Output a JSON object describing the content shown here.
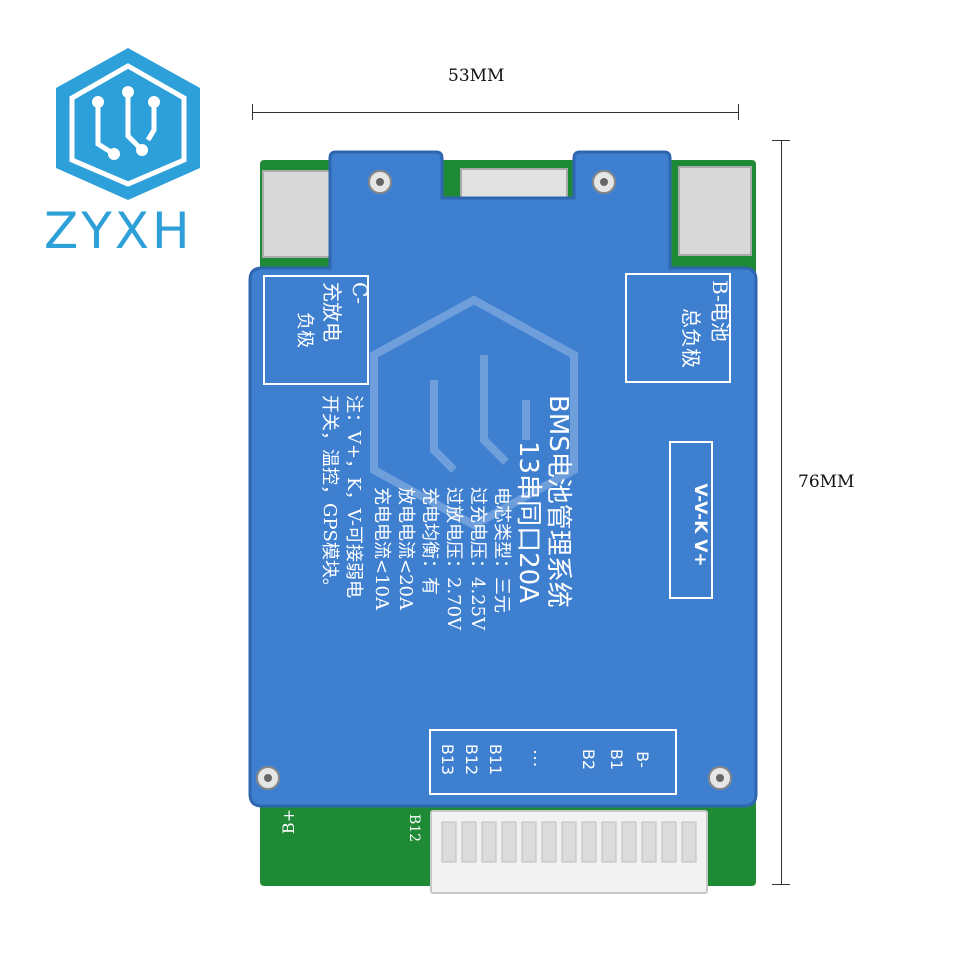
{
  "brand": {
    "name": "ZYXH",
    "color": "#2d9fd9",
    "icon": "circuit-hexagon-icon"
  },
  "dimensions": {
    "width_label": "53MM",
    "height_label": "76MM"
  },
  "board": {
    "pcb_color": "#1f8a36",
    "cover_color": "#3f7fd0",
    "left_box": {
      "line1": "C-",
      "line2": "充放电",
      "line3": "负极"
    },
    "right_box": {
      "line1": "B-电池",
      "line2": "总负极"
    },
    "title": "BMS电池管理系统",
    "subtitle": "13串同口20A",
    "specs": [
      "电芯类型：三元",
      "过充电压：4.25V",
      "过放电压：2.70V",
      "充电均衡：有",
      "放电电流<20A",
      "充电电流<10A"
    ],
    "note": [
      "注：V+，K，V-可接弱电",
      "开关，温控，GPS模块。"
    ],
    "signal_box": "V-V-K V+",
    "pins": [
      "B13",
      "B12",
      "B11",
      "⋮",
      "B2",
      "B1",
      "B-"
    ],
    "pcb_labels": {
      "b_plus": "B+",
      "b12": "B12"
    }
  }
}
